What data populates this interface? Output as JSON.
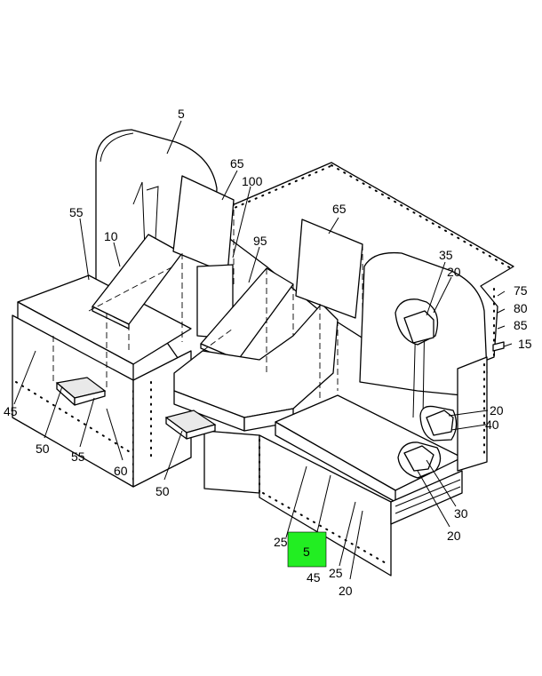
{
  "highlight": {
    "label": "5",
    "color": "#22ee22"
  },
  "callouts": [
    {
      "id": "c5-top",
      "text": "5"
    },
    {
      "id": "c65-a",
      "text": "65"
    },
    {
      "id": "c100",
      "text": "100"
    },
    {
      "id": "c55-a",
      "text": "55"
    },
    {
      "id": "c10",
      "text": "10"
    },
    {
      "id": "c95",
      "text": "95"
    },
    {
      "id": "c65-b",
      "text": "65"
    },
    {
      "id": "c35",
      "text": "35"
    },
    {
      "id": "c20-a",
      "text": "20"
    },
    {
      "id": "c75",
      "text": "75"
    },
    {
      "id": "c80",
      "text": "80"
    },
    {
      "id": "c85",
      "text": "85"
    },
    {
      "id": "c15",
      "text": "15"
    },
    {
      "id": "c20-b",
      "text": "20"
    },
    {
      "id": "c40",
      "text": "40"
    },
    {
      "id": "c45-a",
      "text": "45"
    },
    {
      "id": "c50-a",
      "text": "50"
    },
    {
      "id": "c55-b",
      "text": "55"
    },
    {
      "id": "c60",
      "text": "60"
    },
    {
      "id": "c50-b",
      "text": "50"
    },
    {
      "id": "c25-a",
      "text": "25"
    },
    {
      "id": "c45-b",
      "text": "45"
    },
    {
      "id": "c25-b",
      "text": "25"
    },
    {
      "id": "c20-c",
      "text": "20"
    },
    {
      "id": "c30",
      "text": "30"
    },
    {
      "id": "c20-d",
      "text": "20"
    }
  ]
}
